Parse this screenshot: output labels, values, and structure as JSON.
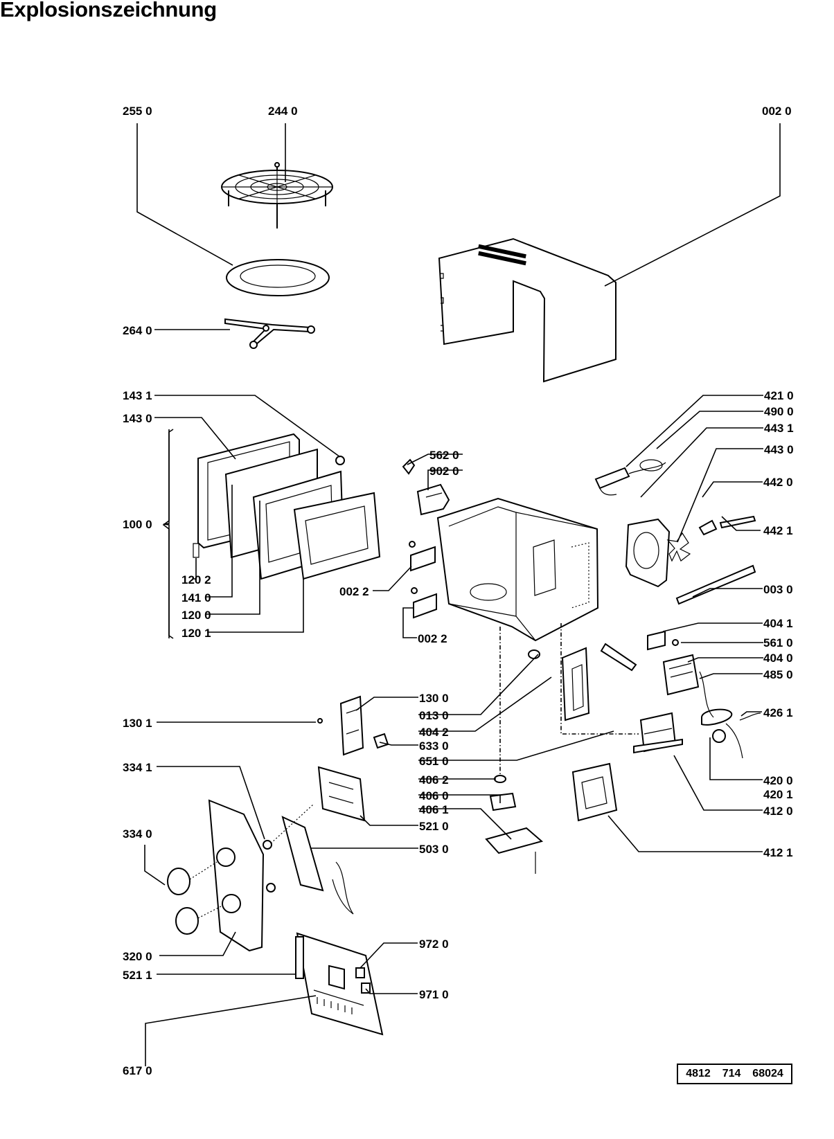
{
  "title": "Explosionszeichnung",
  "document_number": "4812  714  68024",
  "labels": {
    "l2550": "255 0",
    "l2440": "244  0",
    "l0020": "002  0",
    "l2640": "264 0",
    "l1431": "143  1",
    "l1430": "143  0",
    "l1000": "100 0",
    "l1202": "120 2",
    "l1410": "141 0",
    "l1200": "120 0",
    "l1201": "120 1",
    "l5620": "562  0",
    "l9020": "902  0",
    "l0022a": "002 2",
    "l0022b": "002 2",
    "l4210": "421 0",
    "l4900": "490 0",
    "l4431": "443 1",
    "l4430": "443 0",
    "l4420": "442 0",
    "l4421": "442 1",
    "l0030": "003 0",
    "l4041": "404 1",
    "l5610": "561 0",
    "l4040": "404 0",
    "l4850": "485 0",
    "l4261": "426 1",
    "l4200": "420 0",
    "l4201": "420 1",
    "l4120": "412 0",
    "l4121": "412 1",
    "l1300": "130  0",
    "l0130": "013  0",
    "l4042": "404  2",
    "l1301": "130 1",
    "l6330": "633 0",
    "l6510": "651 0",
    "l4062": "406 2",
    "l4060": "406 0",
    "l4061": "406 1",
    "l3341": "334 1",
    "l5210": "521 0",
    "l5030": "503 0",
    "l3340": "334  0",
    "l3200": "320  0",
    "l9720": "972  0",
    "l5211": "521  1",
    "l9710": "971  0",
    "l6170": "617 0"
  }
}
